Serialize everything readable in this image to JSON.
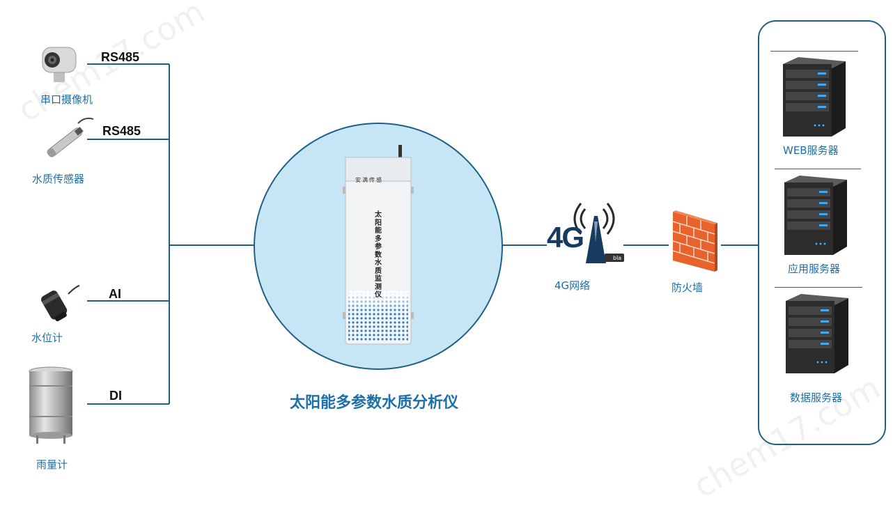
{
  "sensors": [
    {
      "name": "串口摄像机",
      "protocol": "RS485",
      "icon": "serial-camera-icon"
    },
    {
      "name": "水质传感器",
      "protocol": "RS485",
      "icon": "water-quality-sensor-icon"
    },
    {
      "name": "水位计",
      "protocol": "AI",
      "icon": "water-level-gauge-icon"
    },
    {
      "name": "雨量计",
      "protocol": "DI",
      "icon": "rain-gauge-icon"
    }
  ],
  "device": {
    "title": "太阳能多参数水质分析仪",
    "brand": "安满传感",
    "vertical_text": [
      "太",
      "阳",
      "能",
      "多",
      "参",
      "数",
      "水",
      "质",
      "监",
      "测",
      "仪"
    ]
  },
  "network": {
    "label": "4G网络",
    "logo_text": "4G",
    "badge_text": "bla"
  },
  "firewall": {
    "label": "防火墙"
  },
  "servers": [
    {
      "label": "WEB服务器"
    },
    {
      "label": "应用服务器"
    },
    {
      "label": "数据服务器"
    }
  ],
  "watermark": "chem17.com",
  "colors": {
    "line": "#1f5f85",
    "accent": "#1e6fa8",
    "circle_fill": "#c7e6f5",
    "firewall": "#e8622c"
  }
}
